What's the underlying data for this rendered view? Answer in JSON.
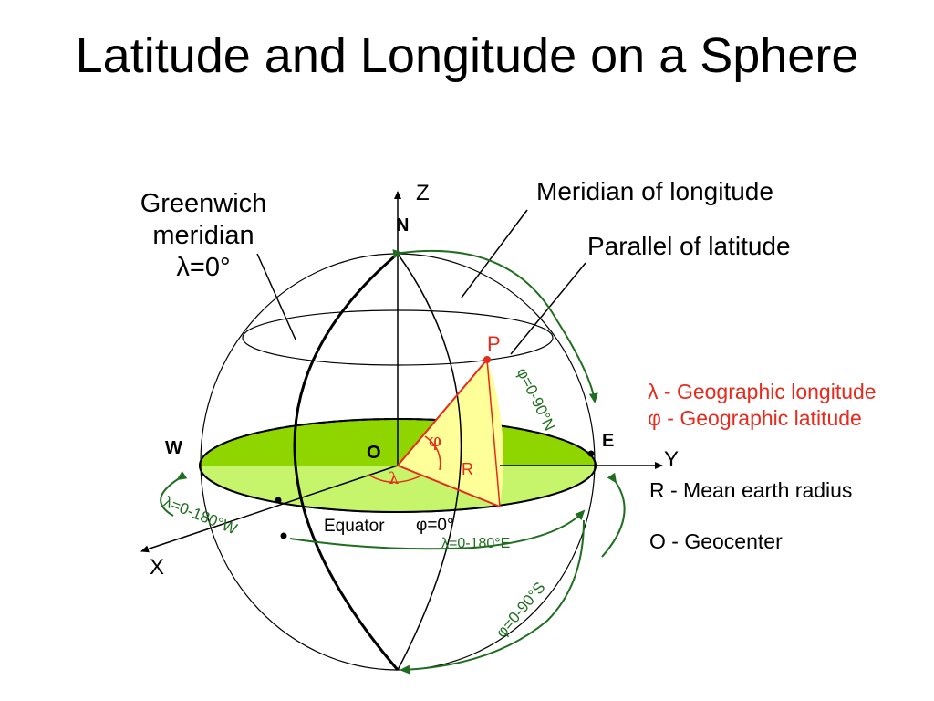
{
  "title": "Latitude and Longitude on a Sphere",
  "colors": {
    "equator_fill": "#8fd600",
    "equator_fill_light": "#c6f46a",
    "triangle_fill": "#ffff99",
    "red_text": "#e8291c",
    "green_arrows": "#1f6e1f"
  },
  "labels": {
    "greenwich_line1": "Greenwich",
    "greenwich_line2": "meridian",
    "greenwich_lambda": "λ=0°",
    "meridian": "Meridian of longitude",
    "parallel": "Parallel of latitude",
    "z_axis": "Z",
    "north": "N",
    "point_p": "P",
    "phi_angle": "φ",
    "lambda_angle": "λ",
    "radius_r": "R",
    "west": "W",
    "east": "E",
    "origin": "O",
    "y_axis": "Y",
    "x_axis": "X",
    "equator": "Equator",
    "equator_phi": "φ=0°",
    "lat_north": "φ=0-90°N",
    "lat_south": "φ=0-90°S",
    "lon_west": "λ=0-180°W",
    "lon_east": "λ=0-180°E"
  },
  "legend": {
    "lambda": "λ - Geographic longitude",
    "phi": "φ - Geographic latitude",
    "radius": "R - Mean earth radius",
    "geocenter": "O - Geocenter"
  },
  "icons": {
    "axis_arrow": "arrowhead",
    "rotation_arrow": "curved-arrow"
  }
}
